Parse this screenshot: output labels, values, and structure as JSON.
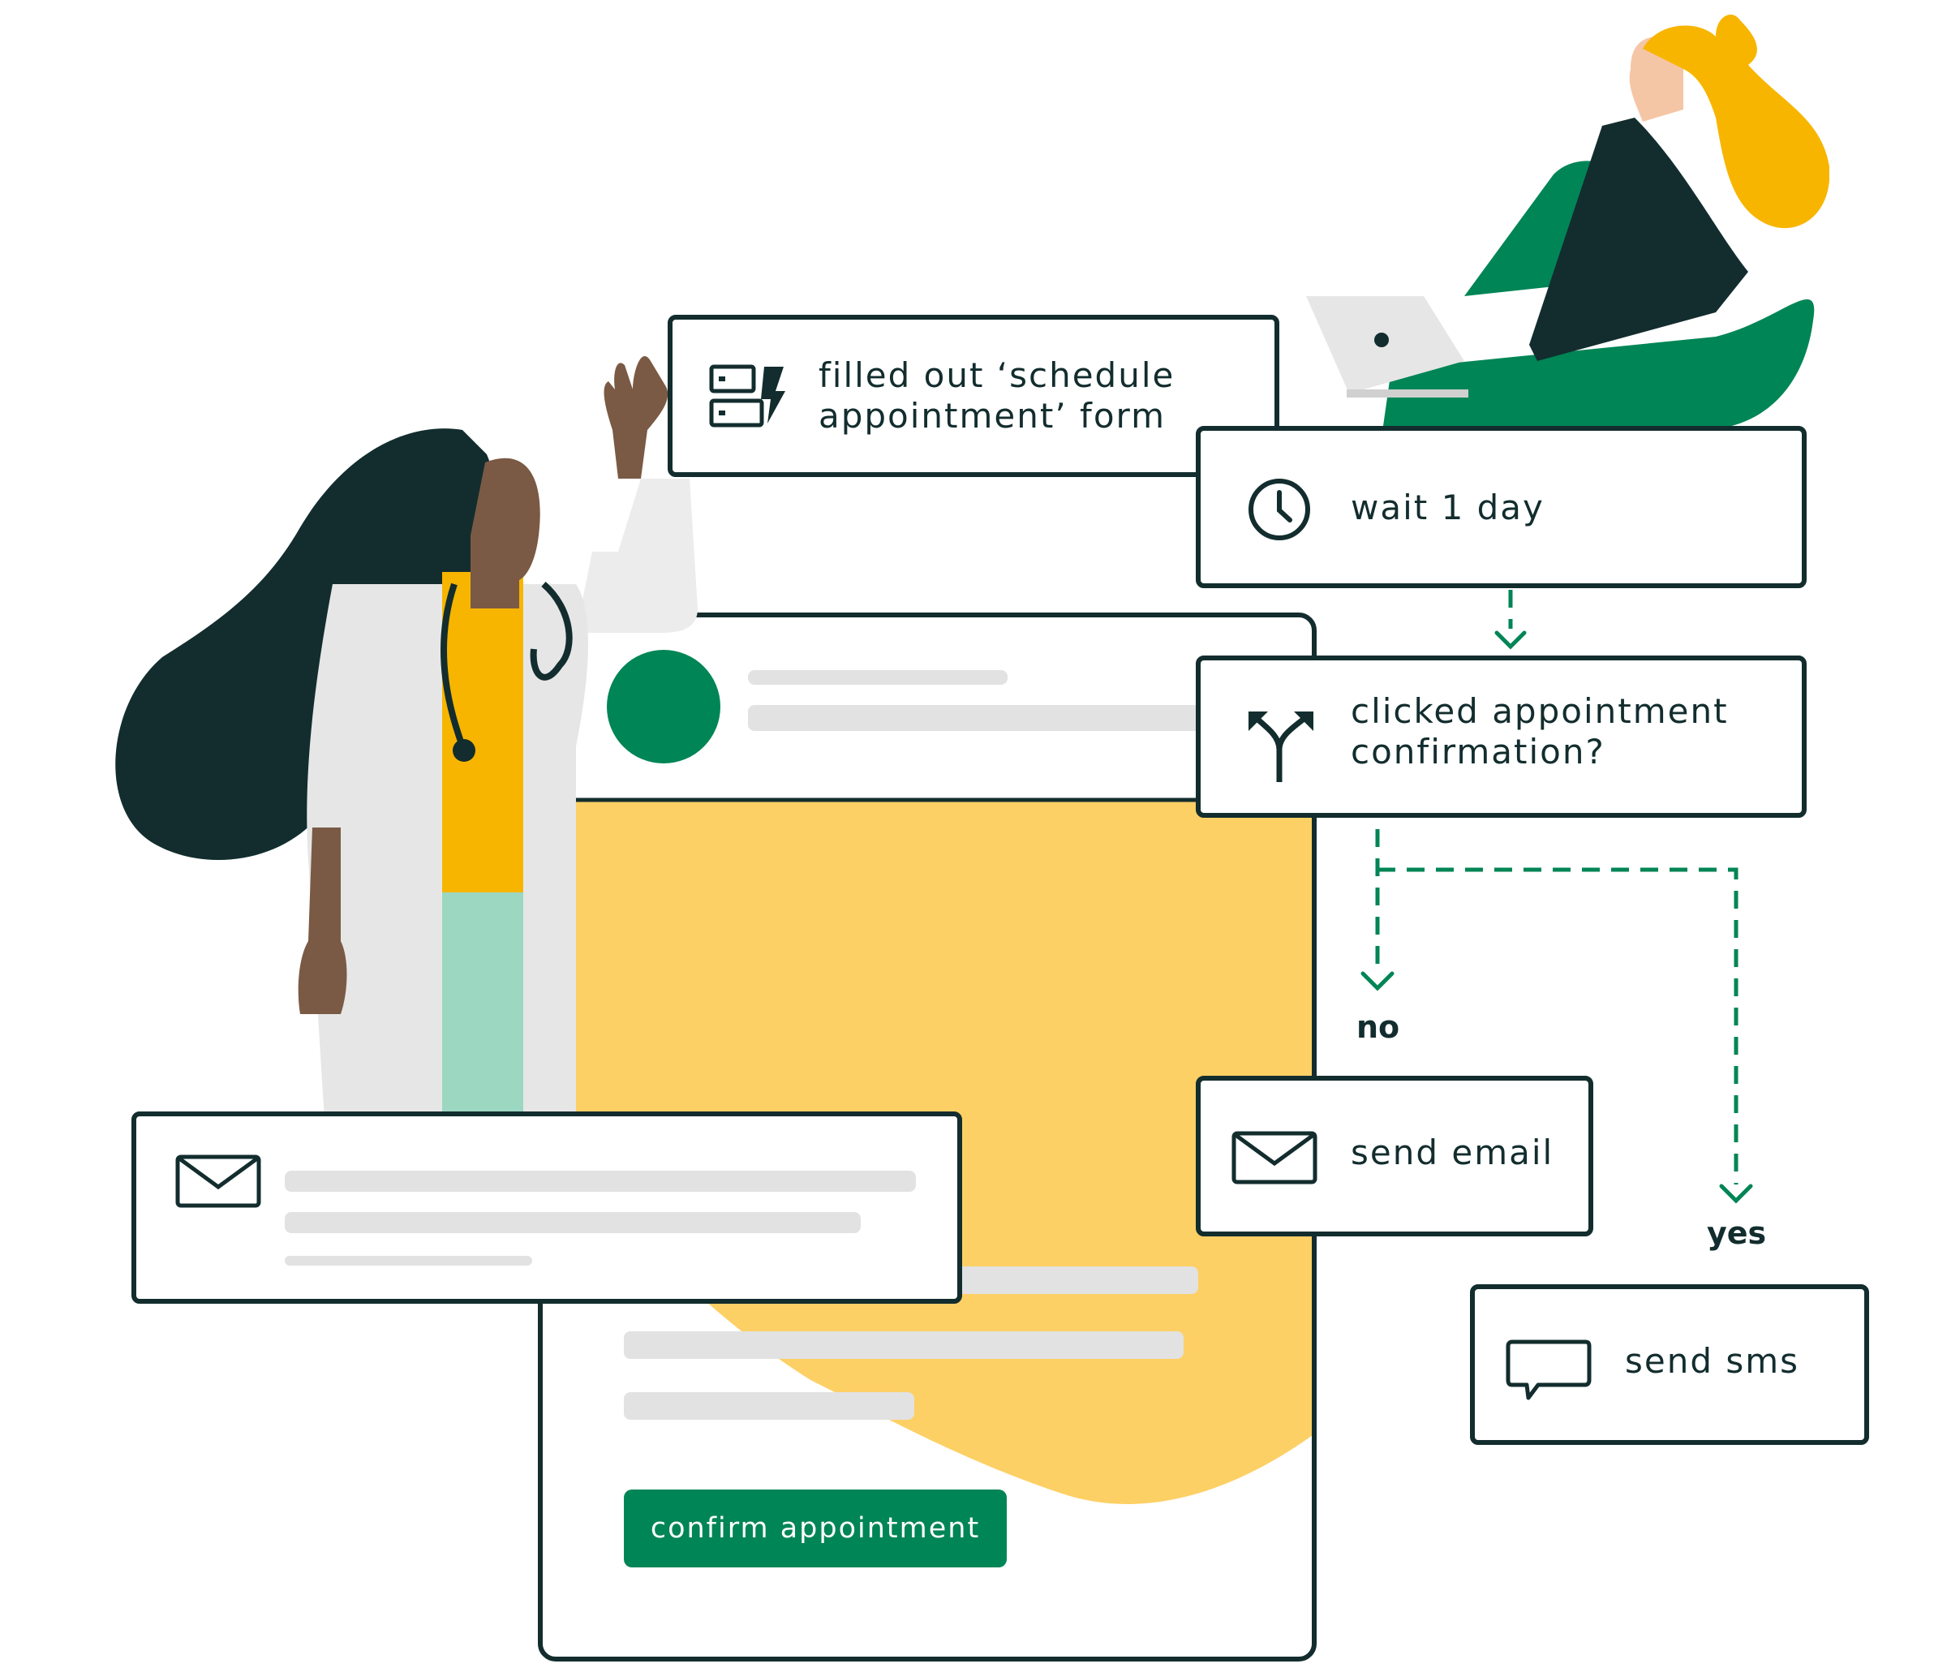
{
  "colors": {
    "ink": "#132d2e",
    "green": "#008556",
    "yellow": "#fdd065",
    "skeleton": "#e2e2e2",
    "orange": "#f7b500"
  },
  "workflow": {
    "trigger_label": "filled out ‘schedule\nappointment’ form",
    "trigger_icon": "form-lightning-icon",
    "wait_label": "wait 1 day",
    "wait_icon": "clock-icon",
    "condition_label": "clicked appointment\nconfirmation?",
    "condition_icon": "split-arrows-icon",
    "branch_no": "no",
    "branch_yes": "yes",
    "email_label": "send email",
    "email_icon": "envelope-icon",
    "sms_label": "send sms",
    "sms_icon": "chat-bubble-icon"
  },
  "email_preview": {
    "confirm_button_label": "confirm appointment"
  }
}
